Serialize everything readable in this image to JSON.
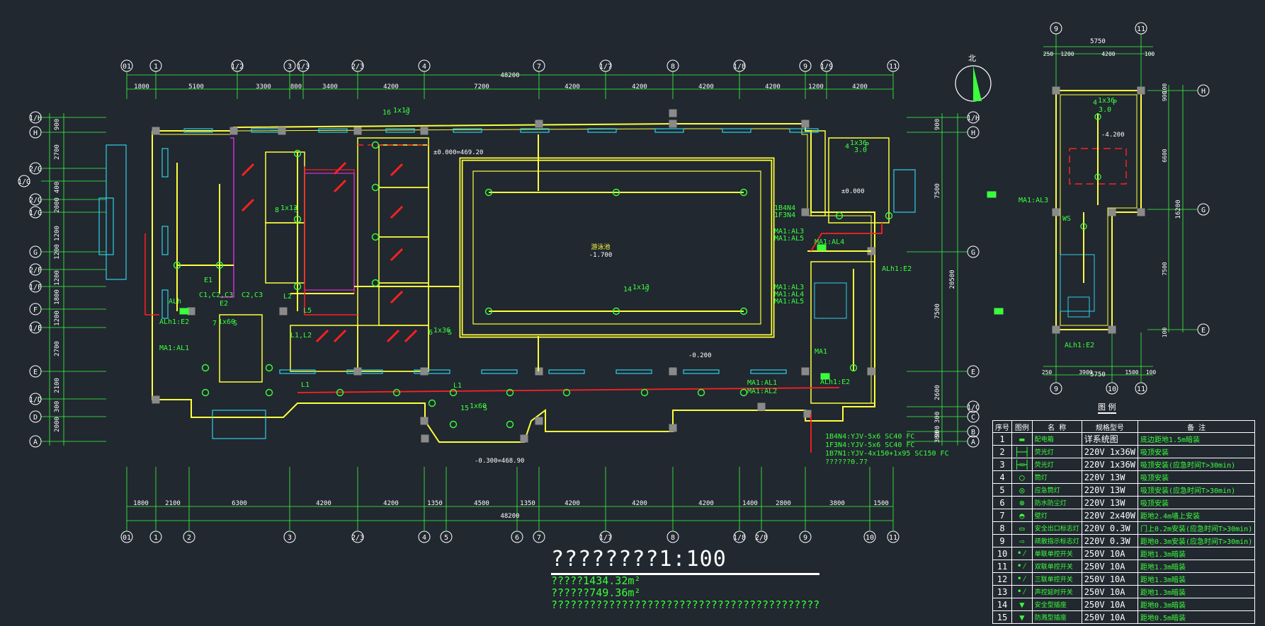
{
  "compass": {
    "label": "北"
  },
  "main_grid_top": [
    "01",
    "1",
    "1/2",
    "3",
    "1/3",
    "2/3",
    "4",
    "7",
    "1/7",
    "8",
    "1/8",
    "9",
    "1/9",
    "11"
  ],
  "main_grid_bottom": [
    "01",
    "1",
    "2",
    "3",
    "2/3",
    "4",
    "5",
    "6",
    "7",
    "1/7",
    "8",
    "1/8",
    "2/8",
    "9",
    "10",
    "11"
  ],
  "left_grid": [
    "1/H",
    "H",
    "2/G",
    "1/G",
    "2/G",
    "1/G",
    "G",
    "2/F",
    "1/F",
    "F",
    "1/E",
    "E",
    "1/D",
    "D",
    "A"
  ],
  "right_grid": [
    "1/H",
    "H",
    "G",
    "E",
    "1/C",
    "C",
    "B",
    "A"
  ],
  "dims_top": {
    "total": "48200",
    "segs": [
      "1800",
      "5100",
      "3300",
      "800",
      "3400",
      "4200",
      "7200",
      "4200",
      "4200",
      "4200",
      "4200",
      "1200",
      "4200"
    ]
  },
  "dims_bottom": {
    "total": "48200",
    "segs": [
      "1800",
      "2100",
      "6300",
      "4200",
      "4200",
      "1350",
      "4500",
      "1350",
      "4200",
      "4200",
      "4200",
      "1400",
      "2800",
      "3800",
      "1500"
    ]
  },
  "dims_left": [
    "900",
    "2700",
    "400",
    "2000",
    "1200",
    "1200",
    "1200",
    "1800",
    "1200",
    "2700",
    "2100",
    "300",
    "2000"
  ],
  "dims_right": {
    "total": "20500",
    "segs": [
      "900",
      "7500",
      "7500",
      "2600",
      "300",
      "900",
      "300"
    ]
  },
  "annotations": {
    "elev_top": "±0.000=469.20",
    "pool_label": "游泳池",
    "pool_elev": "-1.700",
    "lamp_a": "16",
    "lamp_a_spec": "1x13",
    "lamp_a_tag": "S",
    "lamp_b": "14",
    "lamp_b_spec": "1x13",
    "lamp_b_tag": "S",
    "lamp_c": "15",
    "lamp_c_spec": "1x60",
    "lamp_c_tag": "S",
    "lamp_d": "6",
    "lamp_d_spec": "1x36",
    "lamp_d_tag": "S",
    "lamp_e": "4",
    "lamp_e_spec": "1x36",
    "lamp_e_tag": "P",
    "lamp_e_h": "3.0",
    "lamp_f": "8",
    "lamp_f_spec": "1x13",
    "lamp_f_tag": "S",
    "lamp_g": "7",
    "lamp_g_spec": "1x60",
    "lamp_g_tag": "S",
    "elev_m0200": "-0.200",
    "elev_bottom": "-0.300=468.90",
    "elev_pump": "±0.000",
    "sub_elev": "-4.200",
    "feed1": "1B4N4:YJV-5x6 SC40 FC",
    "feed2": "1F3N4:YJV-5x6 SC40 FC",
    "feed3": "1B7N1:YJV-4x150+1x95 SC150 FC",
    "feed4": "??????0.7?",
    "panels": [
      "ALh1:E2",
      "MA1:AL1",
      "ALh",
      "MA1:AL3",
      "MA1:AL5",
      "MA1:AL4",
      "ALh1:E2",
      "1B4N4",
      "1F3N4",
      "MA1:AL3",
      "MA1:AL4",
      "MA1:AL5",
      "MA1",
      "ALh1:E2",
      "MA1:AL1",
      "MA1:AL2",
      "L1",
      "L1",
      "L2",
      "L5",
      "E1",
      "E2",
      "C1,C2,C3",
      "C2,C3",
      "L1,L2"
    ],
    "sub_panels": [
      "MA1:AL3",
      "ALh1:E2",
      "WS"
    ]
  },
  "sub_plan": {
    "grid_top": [
      "9",
      "11"
    ],
    "grid_bottom": [
      "9",
      "10",
      "11"
    ],
    "grid_right": [
      "H",
      "G",
      "E"
    ],
    "dims_top": {
      "total": "5750",
      "segs": [
        "250",
        "1200",
        "4200",
        "100"
      ]
    },
    "dims_bottom": {
      "total": "5750",
      "segs": [
        "250",
        "3900",
        "1500",
        "100"
      ]
    },
    "dims_right": {
      "total": "16200",
      "segs": [
        "100",
        "900",
        "6600",
        "7500",
        "100"
      ]
    },
    "sub_lamp": "4",
    "sub_lamp_spec": "1x36",
    "sub_lamp_tag": "P",
    "sub_lamp_h": "3.0"
  },
  "title": {
    "scale": "????????1:100",
    "area1": "?????1434.32m²",
    "area2": "??????749.36m²",
    "note": "??????????????????????????????????????????"
  },
  "legend_header": {
    "title": "图  例",
    "cols": [
      "序号",
      "图例",
      "名 称",
      "规格型号",
      "备 注"
    ]
  },
  "legend": [
    {
      "no": "1",
      "sym": "▬",
      "name": "配电箱",
      "spec": "详系统图",
      "note": "底边距地1.5m暗装"
    },
    {
      "no": "2",
      "sym": "├─┤",
      "name": "荧光灯",
      "spec": "220V  1x36W",
      "note": "吸顶安装"
    },
    {
      "no": "3",
      "sym": "├═┤",
      "name": "荧光灯",
      "spec": "220V  1x36W",
      "note": "吸顶安装(应急时间T>30min)"
    },
    {
      "no": "4",
      "sym": "◯",
      "name": "筒灯",
      "spec": "220V  13W",
      "note": "吸顶安装"
    },
    {
      "no": "5",
      "sym": "◎",
      "name": "应急筒灯",
      "spec": "220V  13W",
      "note": "吸顶安装(应急时间T>30min)"
    },
    {
      "no": "6",
      "sym": "⊗",
      "name": "防水防尘灯",
      "spec": "220V  13W",
      "note": "吸顶安装"
    },
    {
      "no": "7",
      "sym": "◓",
      "name": "壁灯",
      "spec": "220V  2x40W",
      "note": "距地2.4m墙上安装"
    },
    {
      "no": "8",
      "sym": "▭",
      "name": "安全出口标志灯",
      "spec": "220V  0.3W",
      "note": "门上0.2m安装(应急时间T>30min)"
    },
    {
      "no": "9",
      "sym": "⇨",
      "name": "疏散指示标志灯",
      "spec": "220V  0.3W",
      "note": "距地0.3m安装(应急时间T>30min)"
    },
    {
      "no": "10",
      "sym": "•⁄",
      "name": "单联单控开关",
      "spec": "250V  10A",
      "note": "距地1.3m暗装"
    },
    {
      "no": "11",
      "sym": "•⁄",
      "name": "双联单控开关",
      "spec": "250V  10A",
      "note": "距地1.3m暗装"
    },
    {
      "no": "12",
      "sym": "•⁄",
      "name": "三联单控开关",
      "spec": "250V  10A",
      "note": "距地1.3m暗装"
    },
    {
      "no": "13",
      "sym": "•⁄",
      "name": "声控延时开关",
      "spec": "250V  10A",
      "note": "距地1.3m暗装"
    },
    {
      "no": "14",
      "sym": "▼",
      "name": "安全型插座",
      "spec": "250V  10A",
      "note": "距地0.3m暗装"
    },
    {
      "no": "15",
      "sym": "▼",
      "name": "防溅型插座",
      "spec": "250V  10A",
      "note": "距地0.5m暗装"
    }
  ],
  "colors": {
    "background": "#212830",
    "grid": "#3bff3b",
    "wall": "#ffff3b",
    "cyan": "#2fd0e8",
    "red": "#ff2020",
    "magenta": "#ff30ff",
    "column": "#8a8a8a",
    "text": "#ffffff"
  }
}
